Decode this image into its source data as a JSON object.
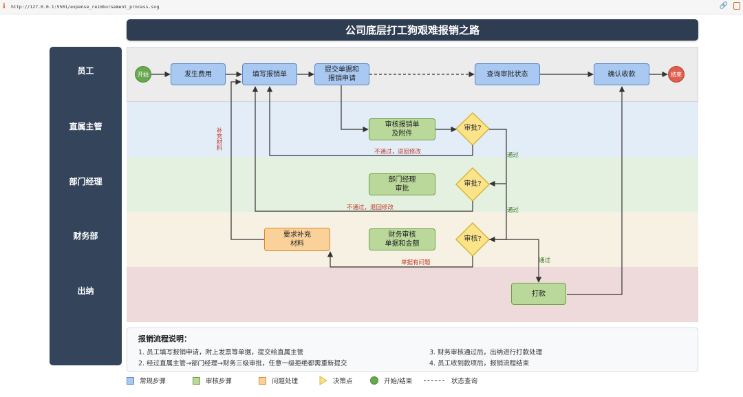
{
  "browser": {
    "url": "http://127.0.0.1:5501/expense_reimbursement_process.svg"
  },
  "diagram": {
    "title": "公司底层打工狗艰难报销之路",
    "lanes": [
      {
        "label": "员工",
        "color": "#ececec"
      },
      {
        "label": "直属主管",
        "color": "#e3edf7"
      },
      {
        "label": "部门经理",
        "color": "#e5f1e0"
      },
      {
        "label": "财务部",
        "color": "#f7f1e4"
      },
      {
        "label": "出纳",
        "color": "#eedada"
      }
    ],
    "nodes": {
      "start": "开始",
      "end": "结束",
      "incur_expense": "发生费用",
      "fill_form": "填写报销单",
      "submit": "提交单据和\n报销申请",
      "check_status": "查询审批状态",
      "confirm_payment": "确认收款",
      "supervisor_review": "审核报销单\n及附件",
      "supervisor_decision": "审批?",
      "manager_review": "部门经理\n审批",
      "manager_decision": "审批?",
      "request_more": "要求补充\n材料",
      "finance_review": "财务审核\n单据和金额",
      "finance_decision": "审核?",
      "payment": "打款"
    },
    "edge_labels": {
      "supervisor_reject": "不通过，退回修改",
      "manager_reject": "不通过，退回修改",
      "supplement": "补充材料",
      "finance_problem": "单据有问题",
      "pass1": "通过",
      "pass2": "通过",
      "pass3": "通过"
    }
  },
  "notes": {
    "title": "报销流程说明：",
    "items": [
      "1. 员工填写报销申请，附上发票等单据，提交给直属主管",
      "2. 经过直属主管→部门经理→财务三级审批，任意一级拒绝都需重新提交",
      "3. 财务审核通过后，出纳进行打款处理",
      "4. 员工收到款项后，报销流程结束"
    ]
  },
  "legend": [
    {
      "label": "常规步骤",
      "icon": "blue-square"
    },
    {
      "label": "审核步骤",
      "icon": "green-square"
    },
    {
      "label": "问题处理",
      "icon": "orange-square"
    },
    {
      "label": "决策点",
      "icon": "yellow-diamond"
    },
    {
      "label": "开始/结束",
      "icon": "green-circle"
    },
    {
      "label": "状态查询",
      "icon": "dashed-line"
    }
  ],
  "colors": {
    "regular": "#a9c9f3",
    "review": "#b9d89a",
    "problem": "#fbd19a",
    "decision": "#fbe38a",
    "start": "#6aa84f",
    "end": "#e06050"
  }
}
